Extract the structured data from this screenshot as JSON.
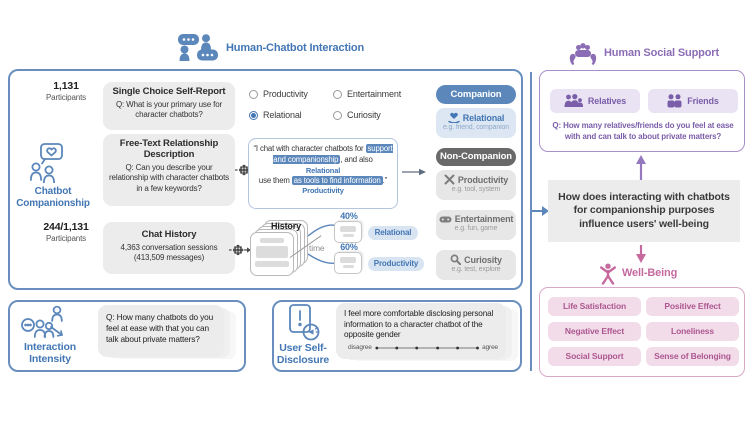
{
  "colors": {
    "blue": "#5b87bb",
    "blue_dark": "#4276b4",
    "purple": "#8b6db5",
    "pink": "#c5699f"
  },
  "sections": {
    "hci_title": "Human-Chatbot Interaction",
    "hss_title": "Human Social Support",
    "wellbeing_title": "Well-Being"
  },
  "main_panel": {
    "participants_top": {
      "count": "1,131",
      "label": "Participants"
    },
    "companionship_label": {
      "line1": "Chatbot",
      "line2": "Companionship"
    },
    "participants_bottom": {
      "count": "244/1,131",
      "label": "Participants"
    },
    "cards": [
      {
        "title": "Single Choice Self-Report",
        "body": "Q: What is your primary use for character chatbots?"
      },
      {
        "title": "Free-Text Relationship Description",
        "body": "Q: Can you describe your relationship with character chatbots in a few keywords?"
      },
      {
        "title": "Chat History",
        "body": "4,363 conversation sessions (413,509 messages)"
      }
    ],
    "radios": [
      {
        "label": "Productivity",
        "selected": false
      },
      {
        "label": "Entertainment",
        "selected": false
      },
      {
        "label": "Relational",
        "selected": true
      },
      {
        "label": "Curiosity",
        "selected": false
      }
    ],
    "quote": {
      "part1": "“I chat with character chatbots for ",
      "highlight1": "support and companionship",
      "mid": ", and also",
      "label1": "Relational",
      "part2": "use them ",
      "highlight2": "as tools to find information",
      "tail": ".”",
      "label2": "Productivity"
    },
    "history": {
      "stack_label": "History",
      "time_label": "time",
      "outputs": [
        {
          "percent": "40%",
          "label": "Relational"
        },
        {
          "percent": "60%",
          "label": "Productivity"
        }
      ]
    },
    "taxonomy": {
      "companion_header": "Companion",
      "relational": {
        "label": "Relational",
        "example": "e.g. friend, companion"
      },
      "non_companion_header": "Non-Companion",
      "items": [
        {
          "label": "Productivity",
          "example": "e.g. tool, system"
        },
        {
          "label": "Entertainment",
          "example": "e.g. fun, game"
        },
        {
          "label": "Curiosity",
          "example": "e.g. test, explore"
        }
      ]
    }
  },
  "interaction_intensity": {
    "label_line1": "Interaction",
    "label_line2": "Intensity",
    "question": "Q: How many chatbots do you feel at ease with that you can talk about private matters?"
  },
  "self_disclosure": {
    "label_line1": "User Self-",
    "label_line2": "Disclosure",
    "statement": "I feel more comfortable disclosing personal information to a character chatbot of the opposite gender",
    "scale_left": "disagree",
    "scale_right": "agree"
  },
  "social_support": {
    "pills": [
      "Relatives",
      "Friends"
    ],
    "question": "Q: How many relatives/friends do you feel at ease with and can talk to about private matters?"
  },
  "research_question": "How does interacting with chatbots for companionship purposes influence users' well-being",
  "wellbeing": {
    "pills": [
      "Life Satisfaction",
      "Positive Effect",
      "Negative Effect",
      "Loneliness",
      "Social Support",
      "Sense of Belonging"
    ]
  }
}
